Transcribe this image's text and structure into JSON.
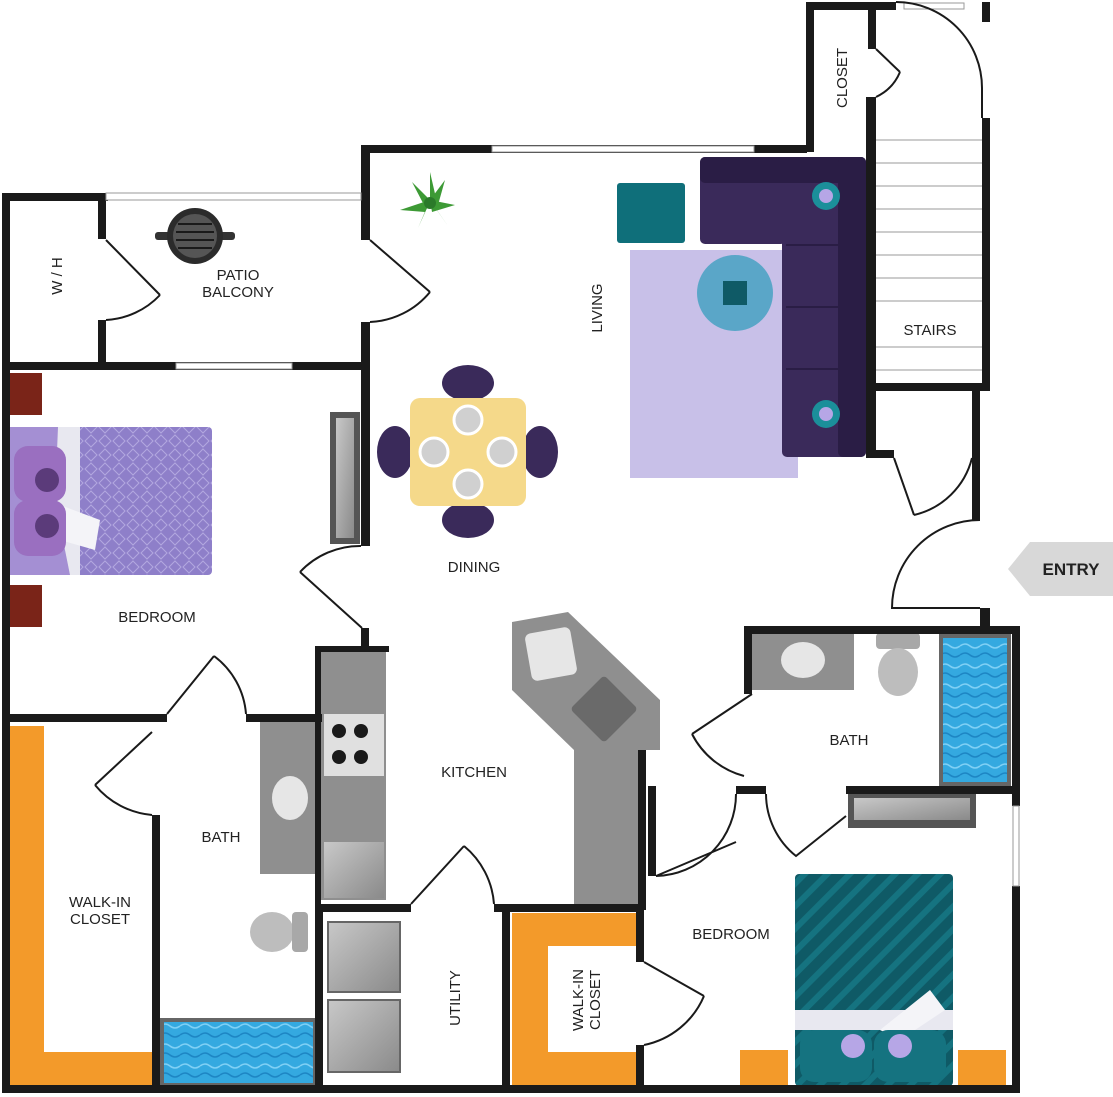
{
  "colors": {
    "wall": "#1a1a1a",
    "closet_shelf": "#f39a2a",
    "bed_purple": "#8e7fc9",
    "bed_teal": "#0f5a66",
    "sofa": "#3a2a5a",
    "rug": "#c8c0e8",
    "water": "#34a9e0",
    "counter": "#8f8f8f",
    "table": "#f5d98a"
  },
  "rooms": {
    "wh": "W / H",
    "patio_line1": "PATIO",
    "patio_line2": "BALCONY",
    "living": "LIVING",
    "closet_top": "CLOSET",
    "stairs": "STAIRS",
    "dining": "DINING",
    "bedroom_left": "BEDROOM",
    "kitchen": "KITCHEN",
    "bath_left": "BATH",
    "walkin_left_line1": "WALK-IN",
    "walkin_left_line2": "CLOSET",
    "utility": "UTILITY",
    "walkin_right_line1": "WALK-IN",
    "walkin_right_line2": "CLOSET",
    "bath_right": "BATH",
    "bedroom_right": "BEDROOM"
  },
  "entry": {
    "label": "ENTRY",
    "icon": "entry-arrow-icon"
  }
}
